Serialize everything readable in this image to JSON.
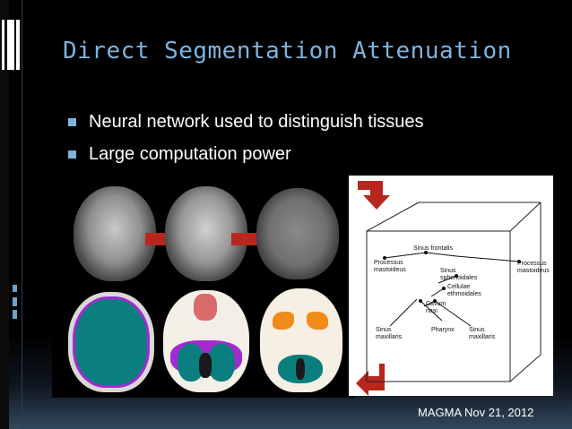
{
  "slide": {
    "title": "Direct Segmentation Attenuation",
    "bullets": [
      "Neural network used to distinguish tissues",
      "Large computation power"
    ],
    "footer": "MAGMA Nov 21, 2012"
  },
  "diagram": {
    "labels": {
      "sinus_frontalis": "Sinus frontalis",
      "processus_left_1": "Processus",
      "processus_left_2": "mastoideus",
      "processus_right_1": "Processus",
      "processus_right_2": "mastoideus",
      "sinus_sphen_1": "Sinus",
      "sinus_sphen_2": "sphenoidales",
      "cellulae_1": "Cellulae",
      "cellulae_2": "ethmoidales",
      "cavum_1": "Cavum",
      "cavum_2": "nasi",
      "sinus_max_left_1": "Sinus",
      "sinus_max_left_2": "maxillaris",
      "pharynx": "Pharynx",
      "sinus_max_right_1": "Sinus",
      "sinus_max_right_2": "maxillaris"
    }
  },
  "colors": {
    "title": "#7fb3dc",
    "bullet_marker": "#7fb3dc",
    "arrow_red": "#b9261e",
    "teal": "#0b7f7f",
    "purple": "#a22bd0",
    "orange": "#f08a1a"
  },
  "icons": [
    "bullet-square-icon",
    "red-arrow-icon",
    "corner-arrow-down-icon",
    "corner-arrow-left-icon"
  ]
}
